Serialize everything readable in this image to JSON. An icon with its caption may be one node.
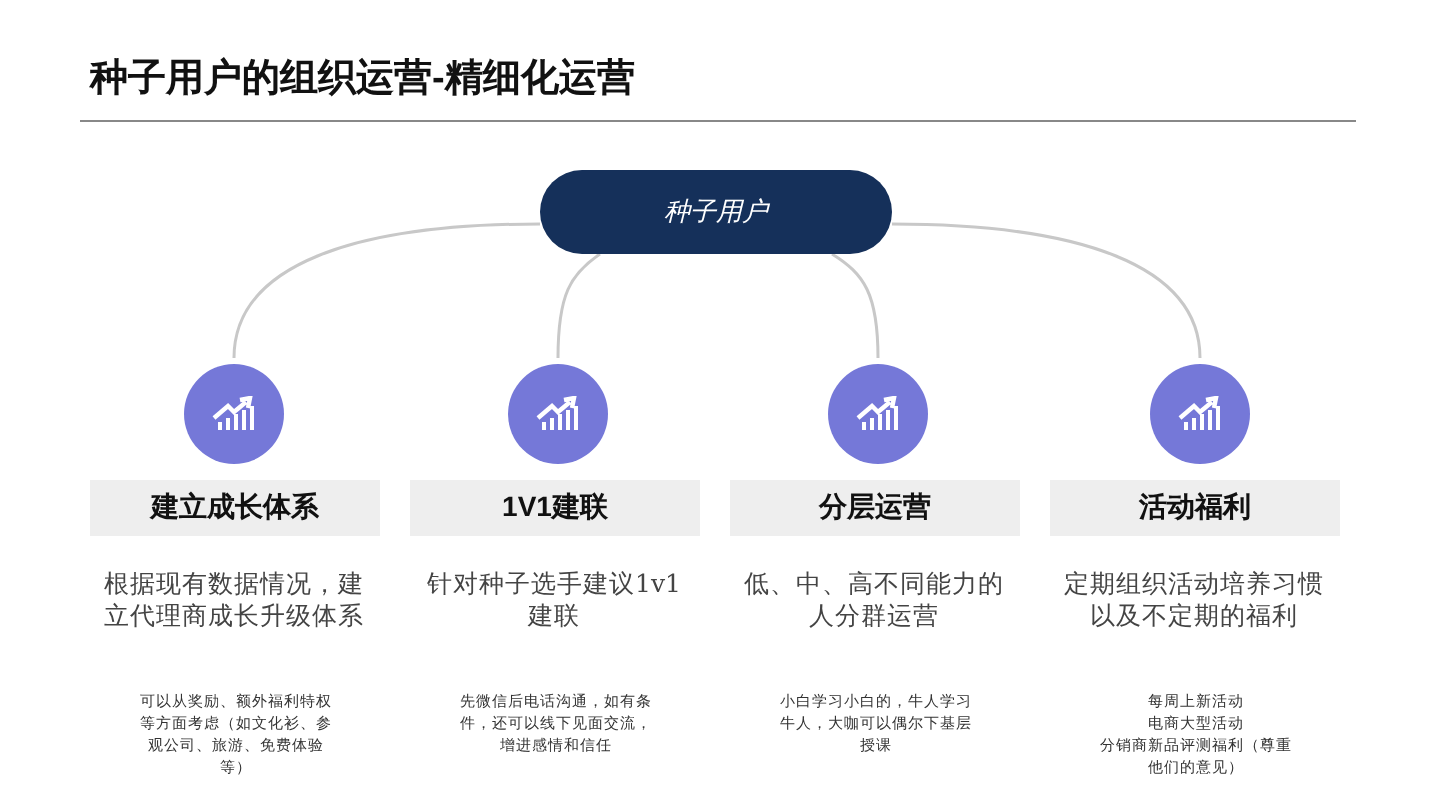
{
  "diagram": {
    "title": "种子用户的组织运营-精细化运营",
    "nodes": [
      {
        "text": [
          "种子用户"
        ]
      },
      {
        "text": [],
        "shape": "circle"
      },
      {
        "text": [],
        "shape": "circle"
      },
      {
        "text": [],
        "shape": "circle"
      },
      {
        "text": [],
        "shape": "circle"
      },
      {
        "text": [
          "建立成长体系"
        ],
        "beside": [
          "根据现有数据情况，建立代理商成长升级体系"
        ]
      },
      {
        "text": [
          "1V1建联"
        ],
        "beside": [
          "针对种子选手建议1v1建联"
        ]
      },
      {
        "text": [
          "分层运营"
        ],
        "beside": [
          "低、中、高不同能力的人分群运营"
        ]
      },
      {
        "text": [
          "活动福利"
        ],
        "beside": [
          "定期组织活动培养习惯以及不定期的福利"
        ]
      }
    ],
    "edges": [
      {
        "from": 0,
        "to": 1,
        "arrow": "none"
      },
      {
        "from": 0,
        "to": 2,
        "arrow": "none"
      },
      {
        "from": 0,
        "to": 3,
        "arrow": "none"
      },
      {
        "from": 0,
        "to": 4,
        "arrow": "none"
      }
    ],
    "labels": [
      "可以从奖励、额外福利特权等方面考虑（如文化衫、参观公司、旅游、免费体验等）",
      "先微信后电话沟通，如有条件，还可以线下见面交流，增进感情和信任",
      "小白学习小白的，牛人学习牛人，大咖可以偶尔下基层授课",
      "每周上新活动",
      "电商大型活动",
      "分销商新品评测福利（尊重他们的意见）"
    ]
  }
}
